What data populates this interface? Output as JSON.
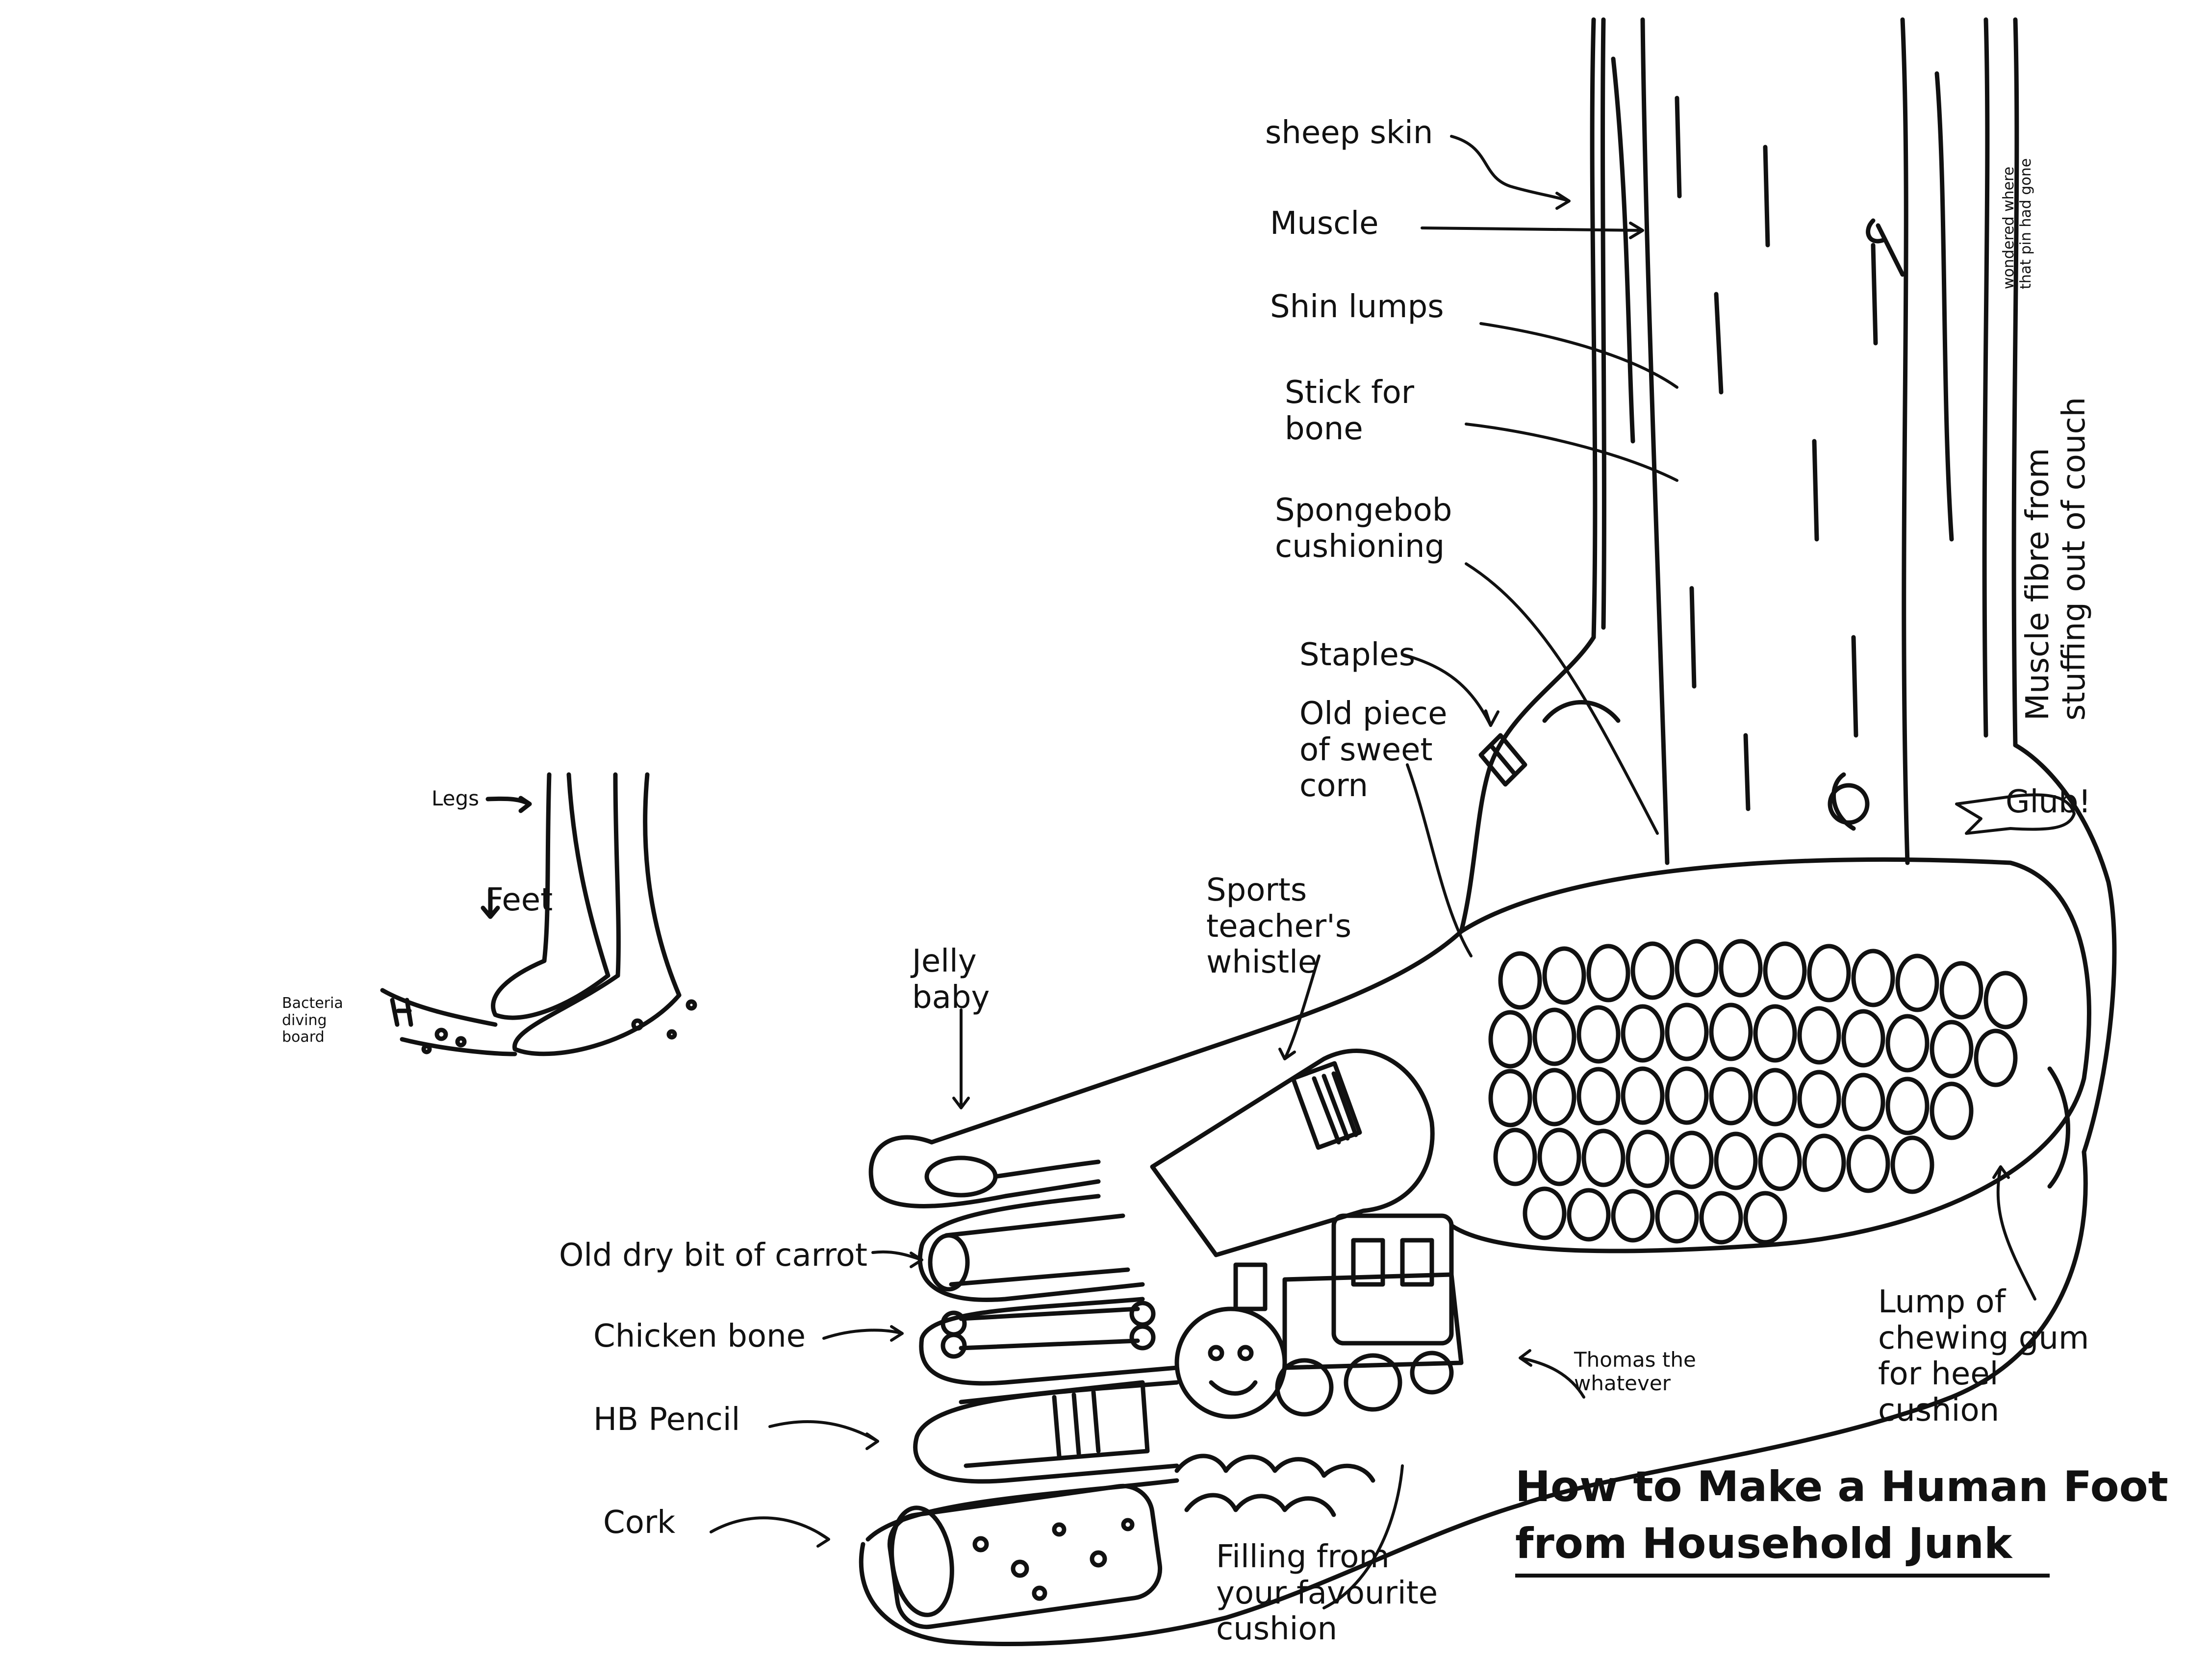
{
  "title": {
    "line1": "How to Make a Human Foot",
    "line2": "from Household Junk"
  },
  "small_sketch": {
    "legs": "Legs",
    "feet": "Feet",
    "bacteria": "Bacteria\ndiving\nboard"
  },
  "labels": {
    "sheep_skin": "sheep skin",
    "muscle": "Muscle",
    "shin_lumps": "Shin lumps",
    "stick_for_bone": "Stick for\nbone",
    "spongebob": "Spongebob\ncushioning",
    "staples": "Staples",
    "sweet_corn": "Old piece\nof sweet\ncorn",
    "whistle": "Sports\nteacher's\nwhistle",
    "jelly_baby": "Jelly\nbaby",
    "carrot": "Old dry bit of carrot",
    "chicken_bone": "Chicken bone",
    "hb_pencil": "HB Pencil",
    "cork": "Cork",
    "filling": "Filling from\nyour favourite\ncushion",
    "thomas": "Thomas the\nwhatever",
    "chewing_gum": "Lump of\nchewing gum\nfor heel\ncushion",
    "glub": "Glub!",
    "muscle_fibre": "Muscle fibre from\nstuffing out of couch",
    "pin_note": "wondered where\nthat pin had gone"
  },
  "colors": {
    "ink": "#111111",
    "paper": "#ffffff"
  }
}
